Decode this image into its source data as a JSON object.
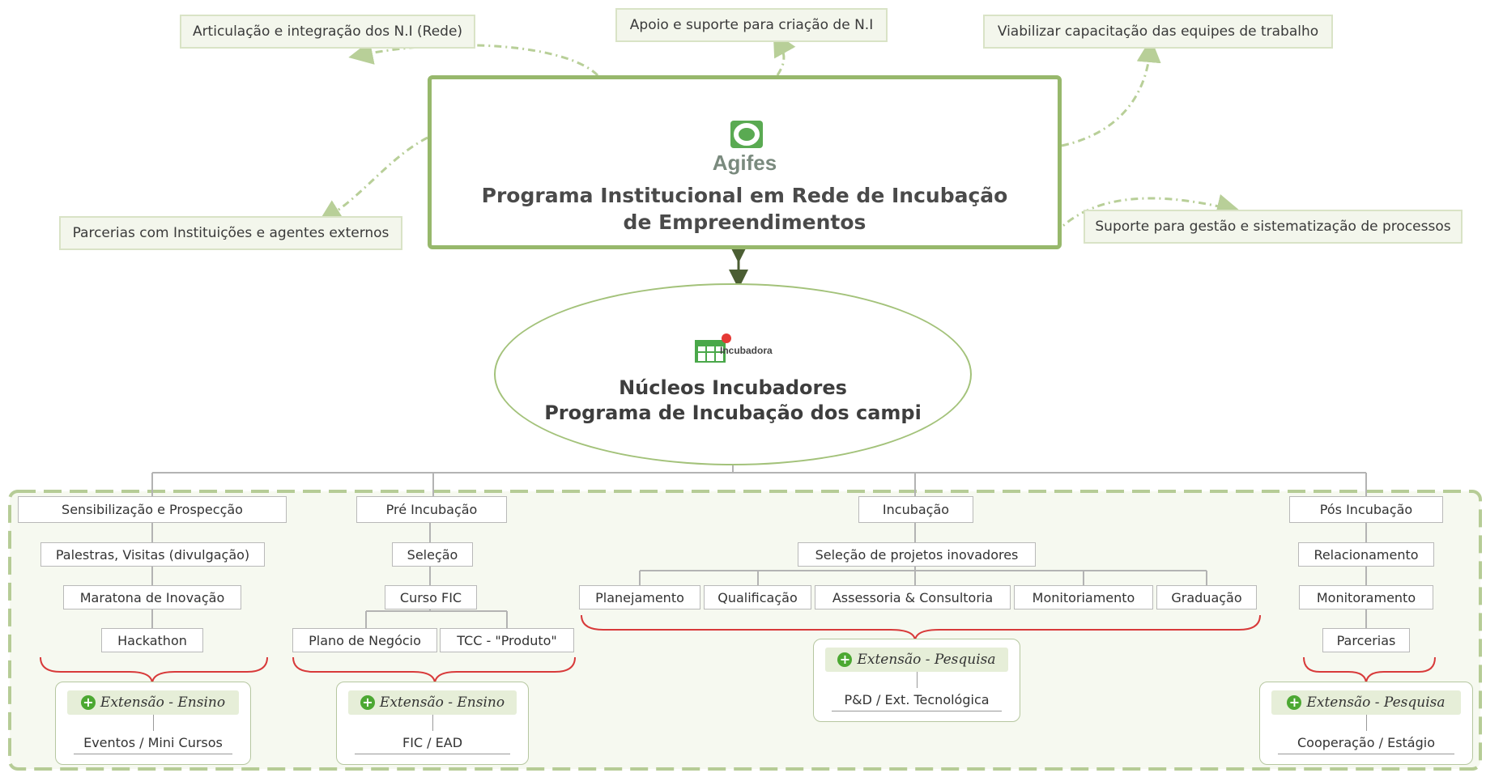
{
  "satellites": {
    "articulacao": "Articulação e integração dos N.I (Rede)",
    "apoio": "Apoio e suporte para criação de N.I",
    "capacitacao": "Viabilizar capacitação das equipes de trabalho",
    "parcerias": "Parcerias com Instituições e agentes externos",
    "suporte": "Suporte para gestão e sistematização de processos"
  },
  "main": {
    "logo_text": "Agifes",
    "title_line1": "Programa Institucional em Rede de Incubação",
    "title_line2": "de Empreendimentos"
  },
  "nucleos": {
    "logo_text": "Incubadora",
    "title_line1": "Núcleos Incubadores",
    "title_line2": "Programa de Incubação dos campi"
  },
  "stages": {
    "sensibilizacao": {
      "label": "Sensibilização e Prospecção",
      "items": [
        "Palestras, Visitas (divulgação)",
        "Maratona de Inovação",
        "Hackathon"
      ],
      "ext": {
        "label": "Extensão - Ensino",
        "child": "Eventos / Mini Cursos"
      }
    },
    "pre": {
      "label": "Pré Incubação",
      "items": [
        "Seleção",
        "Curso FIC",
        "Plano de Negócio",
        "TCC - \"Produto\""
      ],
      "ext": {
        "label": "Extensão - Ensino",
        "child": "FIC / EAD"
      }
    },
    "incubacao": {
      "label": "Incubação",
      "items": [
        "Seleção de projetos inovadores",
        "Planejamento",
        "Qualificação",
        "Assessoria & Consultoria",
        "Monitoriamento",
        "Graduação"
      ],
      "ext": {
        "label": "Extensão - Pesquisa",
        "child": "P&D / Ext. Tecnológica"
      }
    },
    "pos": {
      "label": "Pós Incubação",
      "items": [
        "Relacionamento",
        "Monitoramento",
        "Parcerias"
      ],
      "ext": {
        "label": "Extensão - Pesquisa",
        "child": "Cooperação / Estágio"
      }
    }
  },
  "icons": [
    "agifes-logo",
    "incubadora-logo",
    "plus-icon"
  ],
  "colors": {
    "accent_green": "#97b86c",
    "dashed_green": "#b6cc96",
    "brace_red": "#d83a3a",
    "node_fill": "#f3f6ec"
  }
}
